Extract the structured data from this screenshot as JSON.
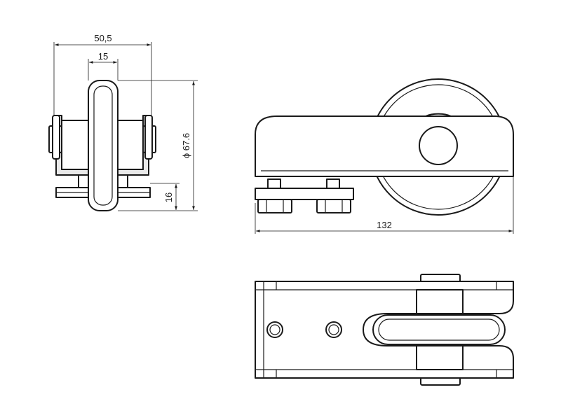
{
  "colors": {
    "line": "#1a1a1a",
    "background": "#ffffff",
    "shade": "#e9e9e9"
  },
  "dimensions": {
    "width_overall": "50,5",
    "wheel_width": "15",
    "wheel_diameter": "ϕ 67.6",
    "bracket_height": "16",
    "length_overall": "132"
  }
}
